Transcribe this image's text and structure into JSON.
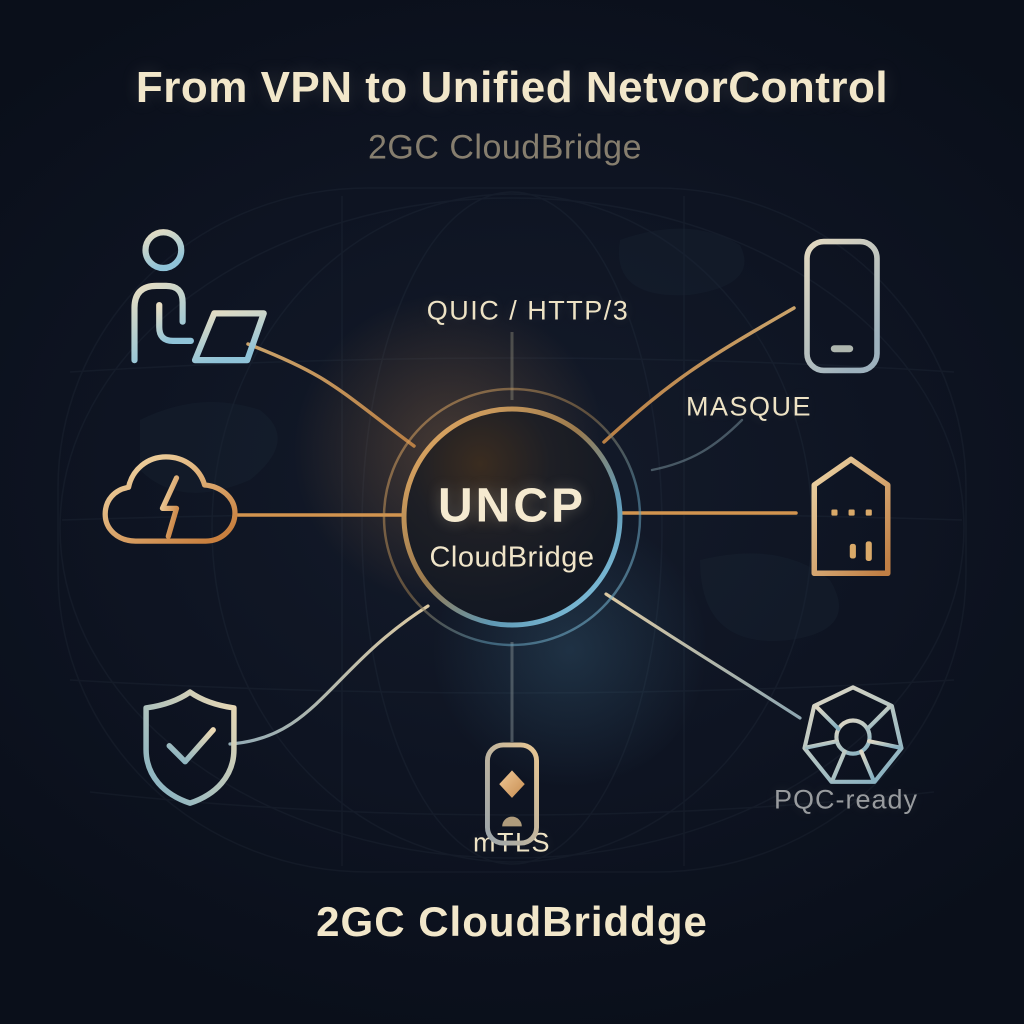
{
  "header": {
    "title": "From VPN to Unified NetvorControl",
    "subtitle": "2GC CloudBridge"
  },
  "center_node": {
    "name": "UNCP",
    "product": "CloudBridge"
  },
  "edge_labels": {
    "top": "QUIC / HTTP/3",
    "upper_right": "MASQUE",
    "bottom": "mTLS",
    "lower_right": "PQC-ready"
  },
  "footer": {
    "brand": "2GC CloudBriddge"
  },
  "nodes": [
    {
      "id": "remote-user",
      "icon": "person-laptop-icon",
      "position": "top-left"
    },
    {
      "id": "cloud-sync",
      "icon": "cloud-arrow-icon",
      "position": "middle-left"
    },
    {
      "id": "security-shield",
      "icon": "shield-check-icon",
      "position": "bottom-left"
    },
    {
      "id": "mobile-device",
      "icon": "phone-icon",
      "position": "top-right"
    },
    {
      "id": "office-building",
      "icon": "building-icon",
      "position": "middle-right"
    },
    {
      "id": "pqc-network",
      "icon": "heptagon-wheel-icon",
      "position": "bottom-right"
    },
    {
      "id": "mtls-device",
      "icon": "phone-badge-icon",
      "position": "bottom-center"
    }
  ],
  "colors": {
    "background": "#0d1320",
    "cream_text": "#f2e7ca",
    "muted_text": "#867e6e",
    "gray_label": "#989b9e",
    "accent_orange": "#e8a75f",
    "accent_cyan": "#7cc3e0",
    "accent_silver": "#c7ccd0"
  }
}
